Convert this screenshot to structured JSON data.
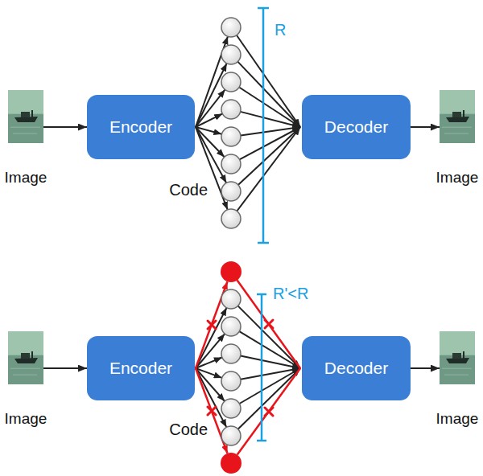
{
  "diagram": {
    "nodes": [
      {
        "text": [
          "Image"
        ]
      },
      {
        "text": [
          "Encoder"
        ]
      },
      {
        "text": [
          "Decoder"
        ]
      },
      {
        "text": [
          "Image"
        ]
      },
      {
        "text": [
          "Image"
        ]
      },
      {
        "text": [
          "Encoder"
        ]
      },
      {
        "text": [
          "Decoder"
        ]
      },
      {
        "text": [
          "Image"
        ]
      }
    ],
    "edges": [
      {
        "from": 0,
        "to": 1,
        "arrow": "to"
      },
      {
        "from": 2,
        "to": 3,
        "arrow": "to"
      },
      {
        "from": 4,
        "to": 5,
        "arrow": "to"
      },
      {
        "from": 6,
        "to": 7,
        "arrow": "to"
      }
    ],
    "labels": [
      "R",
      "Code",
      "R'<R",
      "Code"
    ]
  }
}
